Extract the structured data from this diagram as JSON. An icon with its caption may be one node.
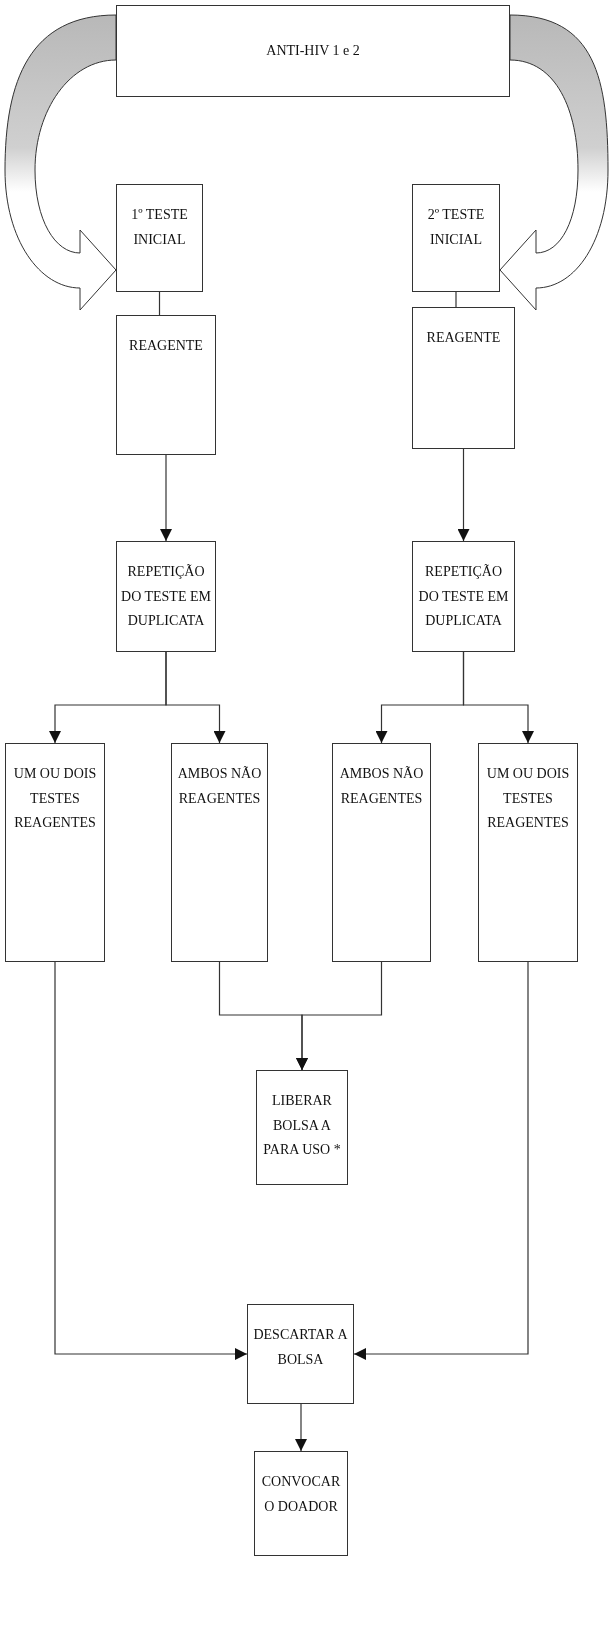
{
  "diagram": {
    "nodes": [
      {
        "text": [
          "ANTI-HIV 1 e 2"
        ]
      },
      {
        "text": [
          "1º TESTE INICIAL"
        ]
      },
      {
        "text": [
          "2º TESTE INICIAL"
        ]
      },
      {
        "text": [
          "REAGENTE"
        ]
      },
      {
        "text": [
          "REAGENTE"
        ]
      },
      {
        "text": [
          "REPETIÇÃO DO TESTE EM DUPLICATA"
        ]
      },
      {
        "text": [
          "REPETIÇÃO DO TESTE EM DUPLICATA"
        ]
      },
      {
        "text": [
          "UM OU DOIS TESTES REAGENTES"
        ]
      },
      {
        "text": [
          "AMBOS NÃO REAGENTES"
        ]
      },
      {
        "text": [
          "AMBOS NÃO REAGENTES"
        ]
      },
      {
        "text": [
          "UM OU DOIS TESTES REAGENTES"
        ]
      },
      {
        "text": [
          "LIBERAR BOLSA A PARA USO *"
        ]
      },
      {
        "text": [
          "DESCARTAR A BOLSA"
        ]
      },
      {
        "text": [
          "CONVOCAR O DOADOR"
        ]
      }
    ],
    "edges": [
      {
        "from": 0,
        "to": 1,
        "arrow": "to",
        "style": "thick"
      },
      {
        "from": 0,
        "to": 2,
        "arrow": "to",
        "style": "thick"
      },
      {
        "from": 1,
        "to": 3,
        "arrow": "none"
      },
      {
        "from": 3,
        "to": 5,
        "arrow": "to"
      },
      {
        "from": 2,
        "to": 4,
        "arrow": "none"
      },
      {
        "from": 4,
        "to": 6,
        "arrow": "to"
      },
      {
        "from": 5,
        "to": 7,
        "arrow": "to"
      },
      {
        "from": 5,
        "to": 8,
        "arrow": "to"
      },
      {
        "from": 6,
        "to": 9,
        "arrow": "to"
      },
      {
        "from": 6,
        "to": 10,
        "arrow": "to"
      },
      {
        "from": 8,
        "to": 11,
        "arrow": "to"
      },
      {
        "from": 9,
        "to": 11,
        "arrow": "to"
      },
      {
        "from": 7,
        "to": 12,
        "arrow": "to"
      },
      {
        "from": 10,
        "to": 12,
        "arrow": "to"
      },
      {
        "from": 12,
        "to": 13,
        "arrow": "to"
      }
    ]
  }
}
